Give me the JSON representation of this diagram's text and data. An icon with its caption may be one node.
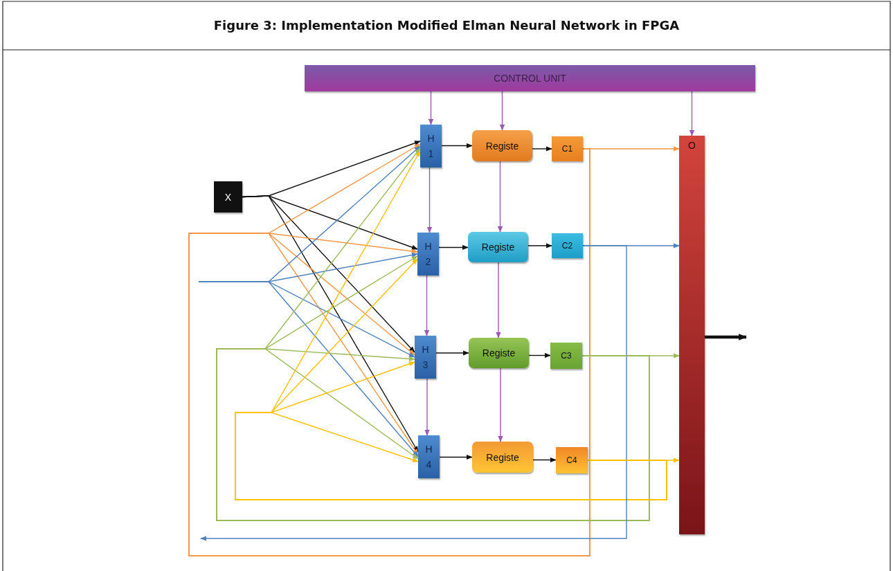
{
  "diagram": {
    "title": "Figure 3: Implementation Modified Elman Neural Network in FPGA",
    "nodes": [
      {
        "text": [
          "CONTROL UNIT"
        ]
      },
      {
        "text": [
          "X"
        ]
      },
      {
        "text": [
          "H 1"
        ]
      },
      {
        "text": [
          "H 2"
        ]
      },
      {
        "text": [
          "H 3"
        ]
      },
      {
        "text": [
          "H 4"
        ]
      },
      {
        "text": [
          "Registe"
        ]
      },
      {
        "text": [
          "Registe"
        ]
      },
      {
        "text": [
          "Registe"
        ]
      },
      {
        "text": [
          "Registe"
        ]
      },
      {
        "text": [
          "C1"
        ]
      },
      {
        "text": [
          "C2"
        ]
      },
      {
        "text": [
          "C3"
        ]
      },
      {
        "text": [
          "C4"
        ]
      },
      {
        "text": [
          "O"
        ]
      }
    ],
    "edges": [
      {
        "from": 1,
        "to": 2,
        "arrow": "to"
      },
      {
        "from": 1,
        "to": 3,
        "arrow": "to"
      },
      {
        "from": 1,
        "to": 4,
        "arrow": "to"
      },
      {
        "from": 1,
        "to": 5,
        "arrow": "to"
      },
      {
        "from": 10,
        "to": 2,
        "arrow": "to",
        "color": "#f79646"
      },
      {
        "from": 10,
        "to": 3,
        "arrow": "to",
        "color": "#f79646"
      },
      {
        "from": 10,
        "to": 4,
        "arrow": "to",
        "color": "#f79646"
      },
      {
        "from": 10,
        "to": 5,
        "arrow": "to",
        "color": "#f79646"
      },
      {
        "from": null,
        "to": 2,
        "arrow": "to",
        "color": "#4f81bd"
      },
      {
        "from": null,
        "to": 3,
        "arrow": "to",
        "color": "#4f81bd"
      },
      {
        "from": null,
        "to": 4,
        "arrow": "to",
        "color": "#4f81bd"
      },
      {
        "from": null,
        "to": 5,
        "arrow": "to",
        "color": "#4f81bd"
      },
      {
        "from": 12,
        "to": 2,
        "arrow": "to",
        "color": "#9bbb59"
      },
      {
        "from": 12,
        "to": 3,
        "arrow": "to",
        "color": "#9bbb59"
      },
      {
        "from": 12,
        "to": 4,
        "arrow": "to",
        "color": "#9bbb59"
      },
      {
        "from": 12,
        "to": 5,
        "arrow": "to",
        "color": "#9bbb59"
      },
      {
        "from": 13,
        "to": 2,
        "arrow": "to",
        "color": "#ffc000"
      },
      {
        "from": 13,
        "to": 3,
        "arrow": "to",
        "color": "#ffc000"
      },
      {
        "from": 13,
        "to": 4,
        "arrow": "to",
        "color": "#ffc000"
      },
      {
        "from": 13,
        "to": 5,
        "arrow": "to",
        "color": "#ffc000"
      },
      {
        "from": 0,
        "to": 2,
        "arrow": "to",
        "color": "#9b59b6"
      },
      {
        "from": 0,
        "to": 6,
        "arrow": "to",
        "color": "#9b59b6"
      },
      {
        "from": 0,
        "to": 14,
        "arrow": "to",
        "color": "#9b59b6"
      },
      {
        "from": 2,
        "to": 3,
        "arrow": "to",
        "color": "#9b59b6"
      },
      {
        "from": 3,
        "to": 4,
        "arrow": "to",
        "color": "#9b59b6"
      },
      {
        "from": 4,
        "to": 5,
        "arrow": "to",
        "color": "#9b59b6"
      },
      {
        "from": 6,
        "to": 7,
        "arrow": "to",
        "color": "#9b59b6"
      },
      {
        "from": 7,
        "to": 8,
        "arrow": "to",
        "color": "#9b59b6"
      },
      {
        "from": 8,
        "to": 9,
        "arrow": "to",
        "color": "#9b59b6"
      },
      {
        "from": 2,
        "to": 6,
        "arrow": "to"
      },
      {
        "from": 3,
        "to": 7,
        "arrow": "to"
      },
      {
        "from": 4,
        "to": 8,
        "arrow": "to"
      },
      {
        "from": 5,
        "to": 9,
        "arrow": "to"
      },
      {
        "from": 6,
        "to": 10,
        "arrow": "to"
      },
      {
        "from": 7,
        "to": 11,
        "arrow": "to"
      },
      {
        "from": 8,
        "to": 12,
        "arrow": "to"
      },
      {
        "from": 9,
        "to": 13,
        "arrow": "to"
      },
      {
        "from": 10,
        "to": 14,
        "arrow": "to",
        "color": "#f79646"
      },
      {
        "from": 11,
        "to": 14,
        "arrow": "to",
        "color": "#4f81bd"
      },
      {
        "from": 11,
        "to": null,
        "arrow": "to",
        "color": "#4f81bd"
      },
      {
        "from": 12,
        "to": 14,
        "arrow": "to",
        "color": "#9bbb59"
      },
      {
        "from": 13,
        "to": 14,
        "arrow": "to",
        "color": "#ffc000"
      },
      {
        "from": 14,
        "to": null,
        "arrow": "to",
        "style": "thick"
      }
    ]
  }
}
